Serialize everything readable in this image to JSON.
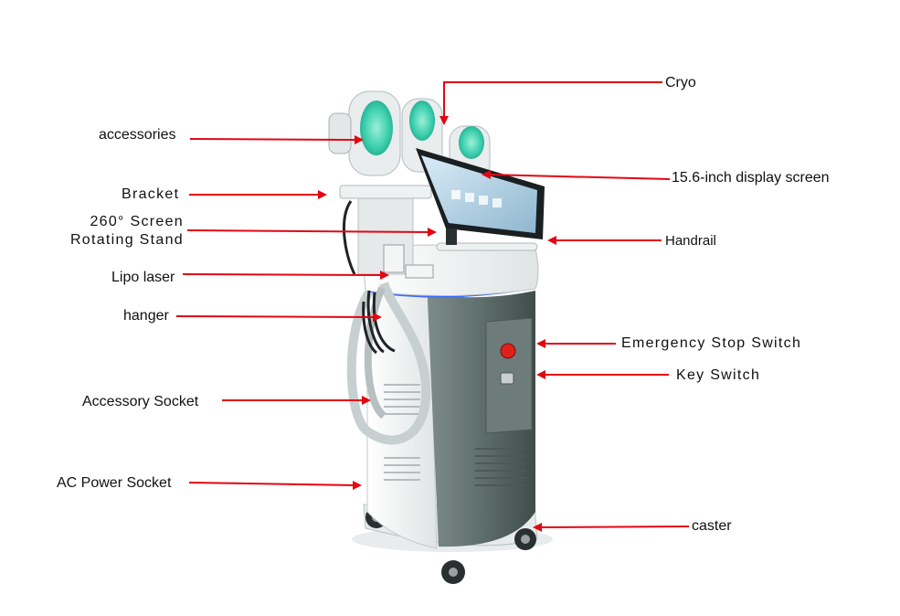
{
  "colors": {
    "arrow": "#e30613",
    "body_gray": "#5f6f6c",
    "body_white": "#f2f4f4",
    "handle_teal": "#2fc8a8",
    "screen_dark": "#1a1f22"
  },
  "labels": {
    "accessories": "accessories",
    "bracket": "Bracket",
    "rotating_stand_line1": "260° Screen",
    "rotating_stand_line2": "Rotating Stand",
    "lipo_laser": "Lipo laser",
    "hanger": "hanger",
    "accessory_socket": "Accessory Socket",
    "ac_power_socket": "AC Power Socket",
    "cryo": "Cryo",
    "display_screen": "15.6-inch display screen",
    "handrail": "Handrail",
    "emergency_stop": "Emergency Stop Switch",
    "key_switch": "Key Switch",
    "caster": "caster"
  },
  "icons": [
    "machine-illustration",
    "arrowhead-icon"
  ]
}
